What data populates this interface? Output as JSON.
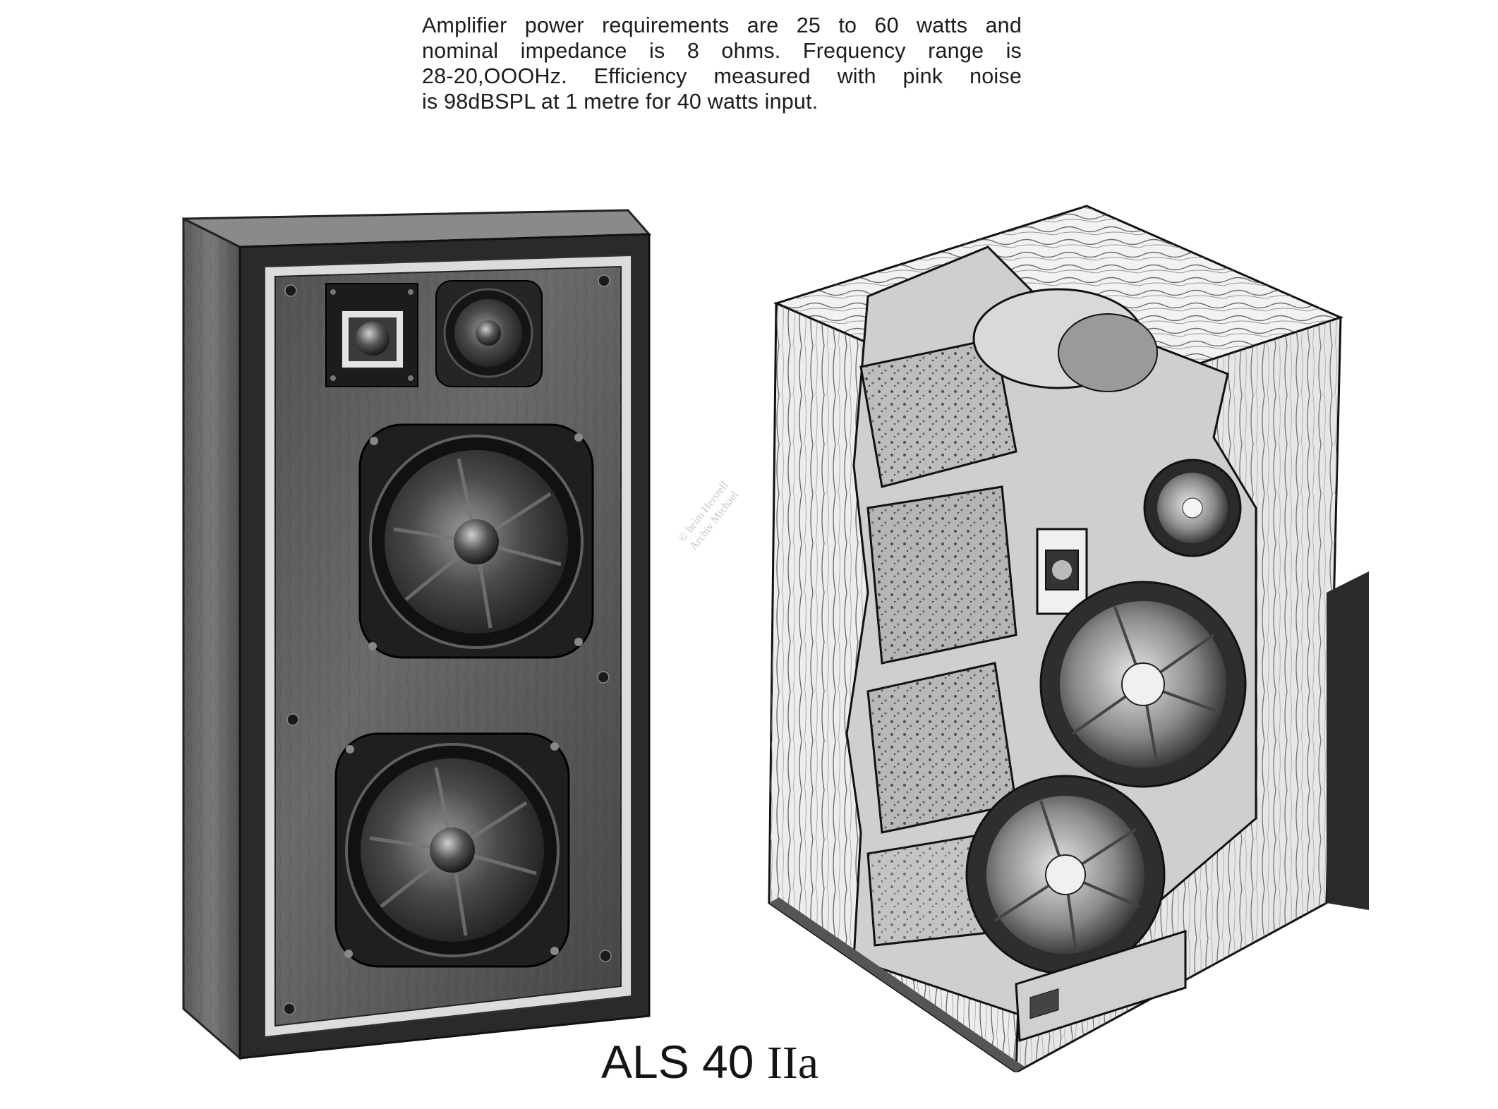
{
  "spec_paragraph": {
    "lines": [
      "Amplifier power requirements are 25 to 60 watts and",
      "nominal impedance is 8 ohms. Frequency range is",
      "28-20,OOOHz. Efficiency measured with pink noise",
      "is 98dBSPL at 1 metre for 40 watts input."
    ]
  },
  "model": {
    "name": "ALS 40",
    "suffix": "IIa"
  },
  "watermark": {
    "line1": "© heim Herstell",
    "line2": "Archiv Michael"
  },
  "illustrations": {
    "front_view": "front-speaker-illustration",
    "cutaway_view": "cutaway-speaker-illustration"
  },
  "colors": {
    "ink": "#1a1a1a",
    "paper": "#ffffff",
    "wood_dark": "#4a4a4a",
    "wood_mid": "#6e6e6e",
    "baffle": "#3a3a3a",
    "trim": "#d8d8d8",
    "cabinet_light": "#efefef",
    "cabinet_shade": "#bdbdbd"
  }
}
